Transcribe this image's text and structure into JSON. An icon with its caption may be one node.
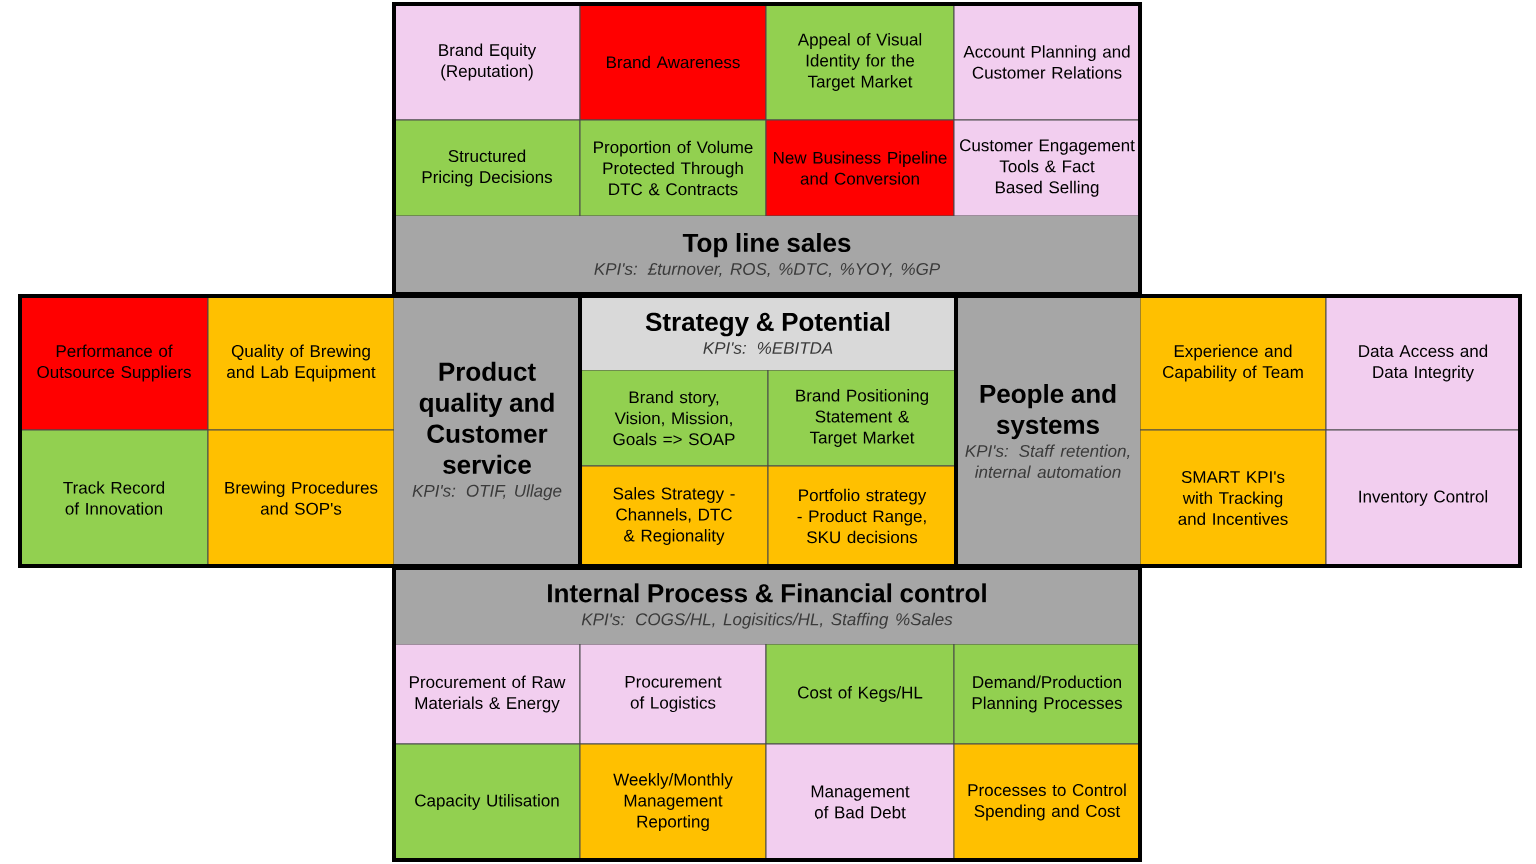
{
  "diagram": {
    "nodes": [
      {
        "text": [
          "Top line sales",
          "KPI's: £turnover, ROS, %DTC, %YOY, %GP"
        ]
      },
      {
        "text": [
          "Brand Equity (Reputation)"
        ],
        "in": 0
      },
      {
        "text": [
          "Brand Awareness"
        ],
        "in": 0
      },
      {
        "text": [
          "Appeal of Visual Identity for the Target Market"
        ],
        "in": 0
      },
      {
        "text": [
          "Account Planning and Customer Relations"
        ],
        "in": 0
      },
      {
        "text": [
          "Structured Pricing Decisions"
        ],
        "in": 0
      },
      {
        "text": [
          "Proportion of Volume Protected Through DTC & Contracts"
        ],
        "in": 0
      },
      {
        "text": [
          "New Business Pipeline and Conversion"
        ],
        "in": 0
      },
      {
        "text": [
          "Customer Engagement Tools & Fact Based Selling"
        ],
        "in": 0
      },
      {
        "text": [
          "Product quality and Customer service",
          "KPI's: OTIF, Ullage"
        ]
      },
      {
        "text": [
          "Performance of Outsource Suppliers"
        ],
        "in": 9
      },
      {
        "text": [
          "Quality of Brewing and Lab Equipment"
        ],
        "in": 9
      },
      {
        "text": [
          "Track Record of Innovation"
        ],
        "in": 9
      },
      {
        "text": [
          "Brewing Procedures and SOP's"
        ],
        "in": 9
      },
      {
        "text": [
          "Strategy & Potential",
          "KPI's: %EBITDA"
        ]
      },
      {
        "text": [
          "Brand story, Vision, Mission, Goals => SOAP"
        ],
        "in": 14
      },
      {
        "text": [
          "Brand Positioning Statement & Target Market"
        ],
        "in": 14
      },
      {
        "text": [
          "Sales Strategy - Channels, DTC & Regionality"
        ],
        "in": 14
      },
      {
        "text": [
          "Portfolio strategy - Product Range, SKU decisions"
        ],
        "in": 14
      },
      {
        "text": [
          "People and systems",
          "KPI's: Staff retention, internal automation"
        ]
      },
      {
        "text": [
          "Experience and Capability of Team"
        ],
        "in": 19
      },
      {
        "text": [
          "Data Access and Data Integrity"
        ],
        "in": 19
      },
      {
        "text": [
          "SMART KPI's with Tracking and Incentives"
        ],
        "in": 19
      },
      {
        "text": [
          "Inventory Control"
        ],
        "in": 19
      },
      {
        "text": [
          "Internal Process & Financial control",
          "KPI's: COGS/HL, Logisitics/HL, Staffing %Sales"
        ]
      },
      {
        "text": [
          "Procurement of Raw Materials & Energy"
        ],
        "in": 24
      },
      {
        "text": [
          "Procurement of Logistics"
        ],
        "in": 24
      },
      {
        "text": [
          "Cost of Kegs/HL"
        ],
        "in": 24
      },
      {
        "text": [
          "Demand/Production Planning Processes"
        ],
        "in": 24
      },
      {
        "text": [
          "Capacity Utilisation"
        ],
        "in": 24
      },
      {
        "text": [
          "Weekly/Monthly Management Reporting"
        ],
        "in": 24
      },
      {
        "text": [
          "Management of Bad Debt"
        ],
        "in": 24
      },
      {
        "text": [
          "Processes to Control Spending and Cost"
        ],
        "in": 24
      }
    ]
  }
}
